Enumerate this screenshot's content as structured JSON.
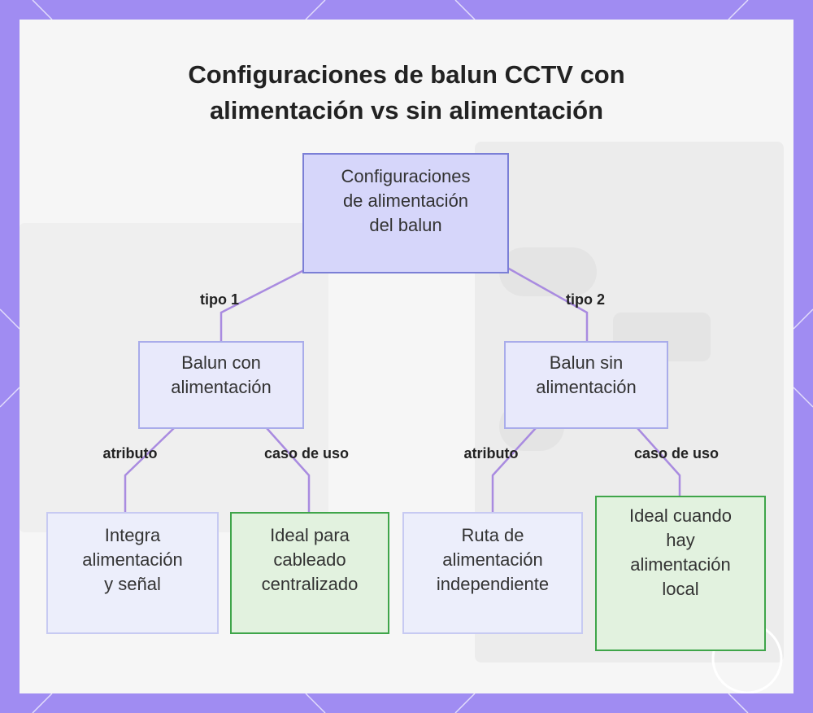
{
  "title": {
    "line1": "Configuraciones de balun CCTV con",
    "line2": "alimentación vs sin alimentación"
  },
  "nodes": {
    "root": {
      "lines": [
        "Configuraciones",
        "de alimentación",
        "del balun"
      ]
    },
    "powered": {
      "lines": [
        "Balun con",
        "alimentación"
      ]
    },
    "unpowered": {
      "lines": [
        "Balun sin",
        "alimentación"
      ]
    },
    "powered_attr": {
      "lines": [
        "Integra",
        "alimentación",
        "y señal"
      ]
    },
    "powered_use": {
      "lines": [
        "Ideal para",
        "cableado",
        "centralizado"
      ]
    },
    "unpowered_attr": {
      "lines": [
        "Ruta de",
        "alimentación",
        "independiente"
      ]
    },
    "unpowered_use": {
      "lines": [
        "Ideal cuando",
        "hay",
        "alimentación",
        "local"
      ]
    }
  },
  "edges": {
    "type1": "tipo 1",
    "type2": "tipo 2",
    "attr_left": "atributo",
    "use_left": "caso de uso",
    "attr_right": "atributo",
    "use_right": "caso de uso"
  },
  "colors": {
    "frame": "#a08cf2",
    "connector": "#a98be0",
    "root_fill": "#d6d6fa",
    "green_border": "#3fa54a"
  }
}
